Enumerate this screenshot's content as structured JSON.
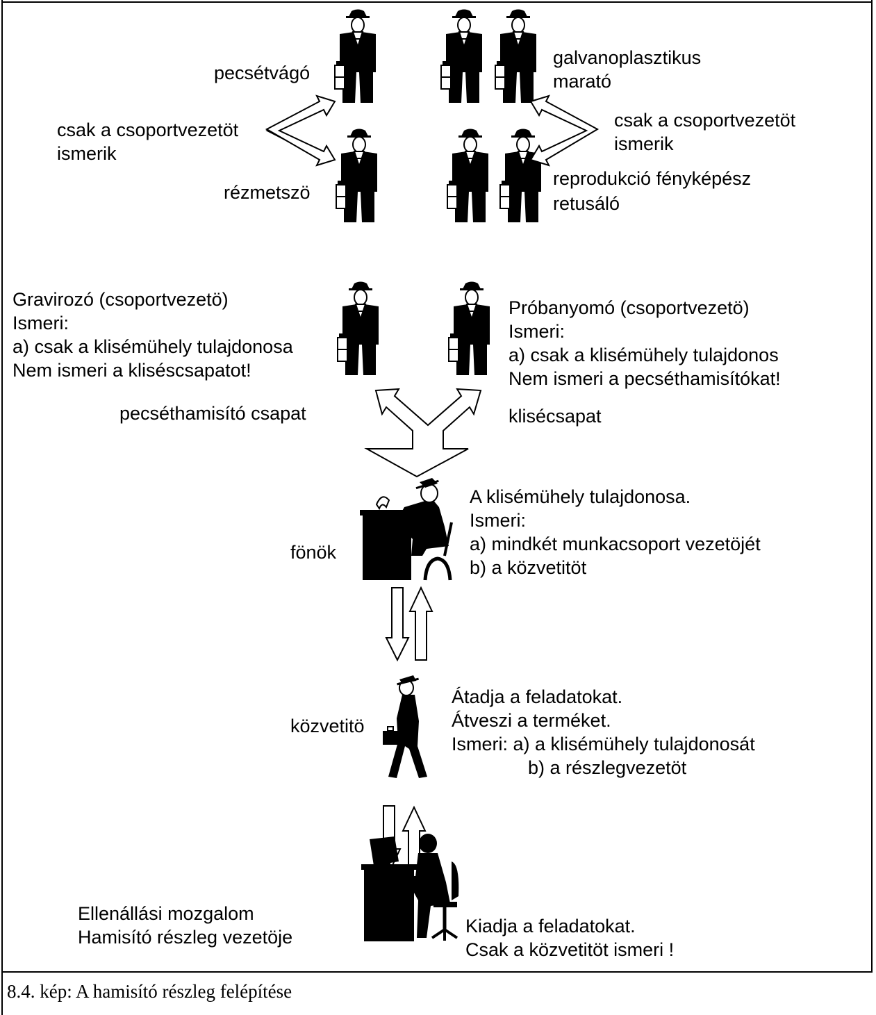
{
  "labels": {
    "pecsetvago": "pecsétvágó",
    "galvano_line1": "galvanoplasztikus",
    "galvano_line2": "marató",
    "left_group_note_line1": "csak a csoportvezetöt",
    "left_group_note_line2": "ismerik",
    "right_group_note_line1": "csak a csoportvezetöt",
    "right_group_note_line2": "ismerik",
    "rezmetszo": "rézmetszö",
    "repro_line1": "reprodukció fényképész",
    "repro_line2": "retusáló",
    "gravirozo_line1": "Gravirozó (csoportvezetö)",
    "gravirozo_line2": "Ismeri:",
    "gravirozo_line3": "a) csak a klisémühely tulajdonosa",
    "gravirozo_line4": "Nem ismeri a kliséscsapatot!",
    "probanyomo_line1": "Próbanyomó (csoportvezetö)",
    "probanyomo_line2": "Ismeri:",
    "probanyomo_line3": "a) csak a klisémühely tulajdonos",
    "probanyomo_line4": "Nem ismeri a pecséthamisítókat!",
    "pecsethamisito_csapat": "pecséthamisító csapat",
    "klisecsapat": "klisécsapat",
    "owner_line1": "A klisémühely tulajdonosa.",
    "owner_line2": "Ismeri:",
    "owner_line3": "a) mindkét munkacsoport vezetöjét",
    "owner_line4": "b) a közvetitöt",
    "fonok": "fönök",
    "kozvetito": "közvetitö",
    "courier_line1": "Átadja a feladatokat.",
    "courier_line2": "Átveszi a terméket.",
    "courier_line3": "Ismeri: a) a klisémühely tulajdonosát",
    "courier_line4": "b) a részlegvezetöt",
    "resistance_line1": "Ellenállási mozgalom",
    "resistance_line2": "Hamisító részleg vezetöje",
    "head_line1": "Kiadja a feladatokat.",
    "head_line2": "Csak a közvetitöt ismeri !"
  },
  "caption": "8.4. kép: A hamisító részleg felépítése",
  "icons": {
    "worker": "standing-man-with-briefcase-icon",
    "boss": "man-at-desk-icon",
    "courier": "walking-man-with-briefcase-icon",
    "leader": "man-at-computer-icon"
  },
  "colors": {
    "ink": "#000000",
    "paper": "#ffffff"
  }
}
